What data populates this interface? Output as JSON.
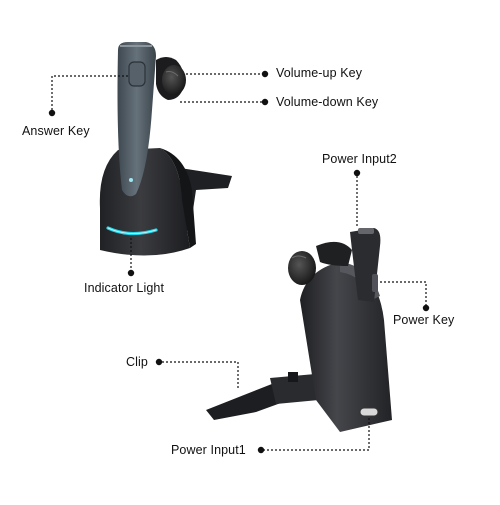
{
  "labels": {
    "volume_up": "Volume-up Key",
    "volume_down": "Volume-down Key",
    "answer": "Answer Key",
    "indicator": "Indicator Light",
    "power_input2": "Power Input2",
    "power_key": "Power Key",
    "clip": "Clip",
    "power_input1": "Power Input1"
  },
  "colors": {
    "background": "#ffffff",
    "device_body": "#2f3033",
    "earpiece": "#4f5a63",
    "indicator_glow": "#22d3e8",
    "callout_line": "#111111"
  }
}
